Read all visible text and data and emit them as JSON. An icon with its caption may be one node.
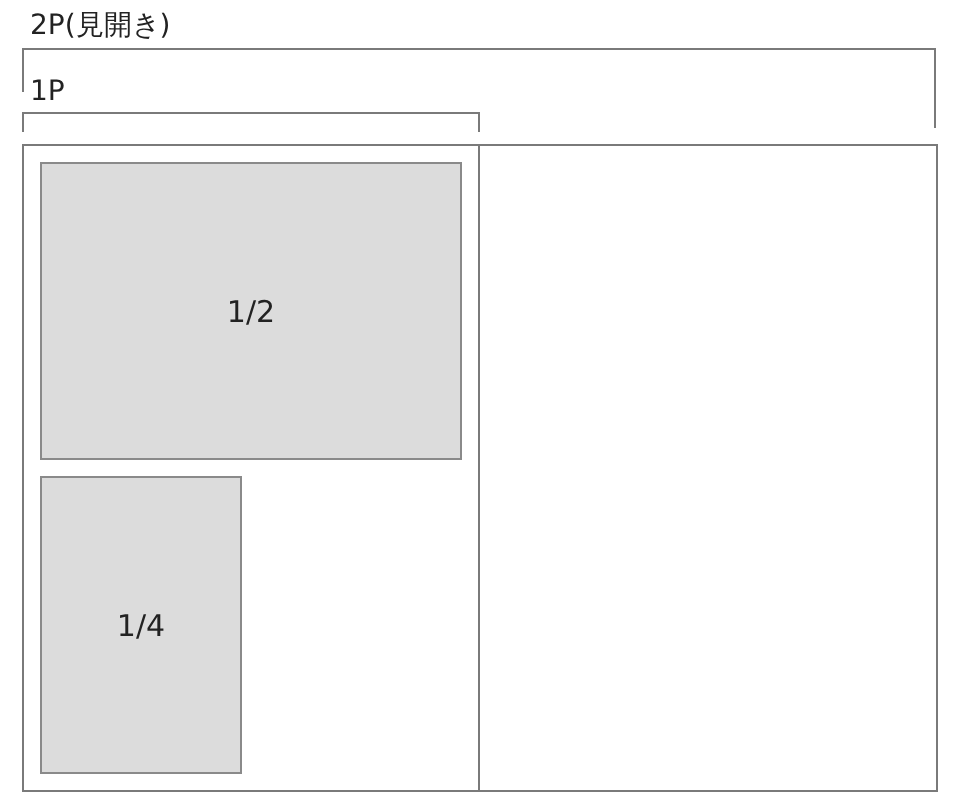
{
  "diagram": {
    "nodes": [
      {
        "text": [
          "2P(見開き)"
        ]
      },
      {
        "text": [
          "1P"
        ],
        "in": 0
      },
      {
        "text": [],
        "shape": "box",
        "in": 0
      },
      {
        "text": [
          "1/2"
        ],
        "in": 1
      },
      {
        "text": [
          "1/4"
        ],
        "in": 1
      }
    ]
  }
}
